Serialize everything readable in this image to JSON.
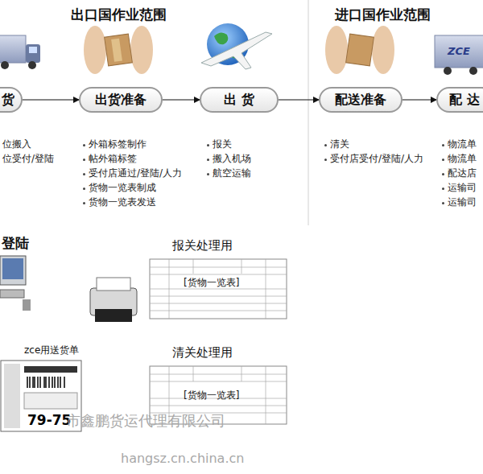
{
  "diagram": {
    "nodes": [
      {
        "text": [
          "货"
        ]
      },
      {
        "text": [
          "出货准备"
        ]
      },
      {
        "text": [
          "出 货"
        ]
      },
      {
        "text": [
          "配送准备"
        ]
      },
      {
        "text": [
          "配 达"
        ]
      }
    ],
    "edges": [
      {
        "from": 0,
        "to": 1,
        "arrow": "to"
      },
      {
        "from": 1,
        "to": 2,
        "arrow": "to"
      },
      {
        "from": 2,
        "to": 3,
        "arrow": "to"
      },
      {
        "from": 3,
        "to": 4,
        "arrow": "to"
      }
    ],
    "labels": [
      "出口国作业范围",
      "进口国作业范围",
      "位搬入",
      "位受付/登陆",
      "外箱标签制作",
      "帖外箱标签",
      "受付店通过/登陆/人力",
      "货物一览表制成",
      "货物一览表发送",
      "报关",
      "搬入机场",
      "航空运输",
      "清关",
      "受付店受付/登陆/人力",
      "物流单",
      "物流单",
      "配达店",
      "运输司",
      "运输司",
      "登陆",
      "报关处理用",
      "[货物一览表]",
      "zce用送货单",
      "清关处理用",
      "[货物一览表]",
      "79-75",
      "ZCE",
      "市鑫鹏货运代理有限公司",
      "hangsz.cn.china.cn"
    ]
  }
}
